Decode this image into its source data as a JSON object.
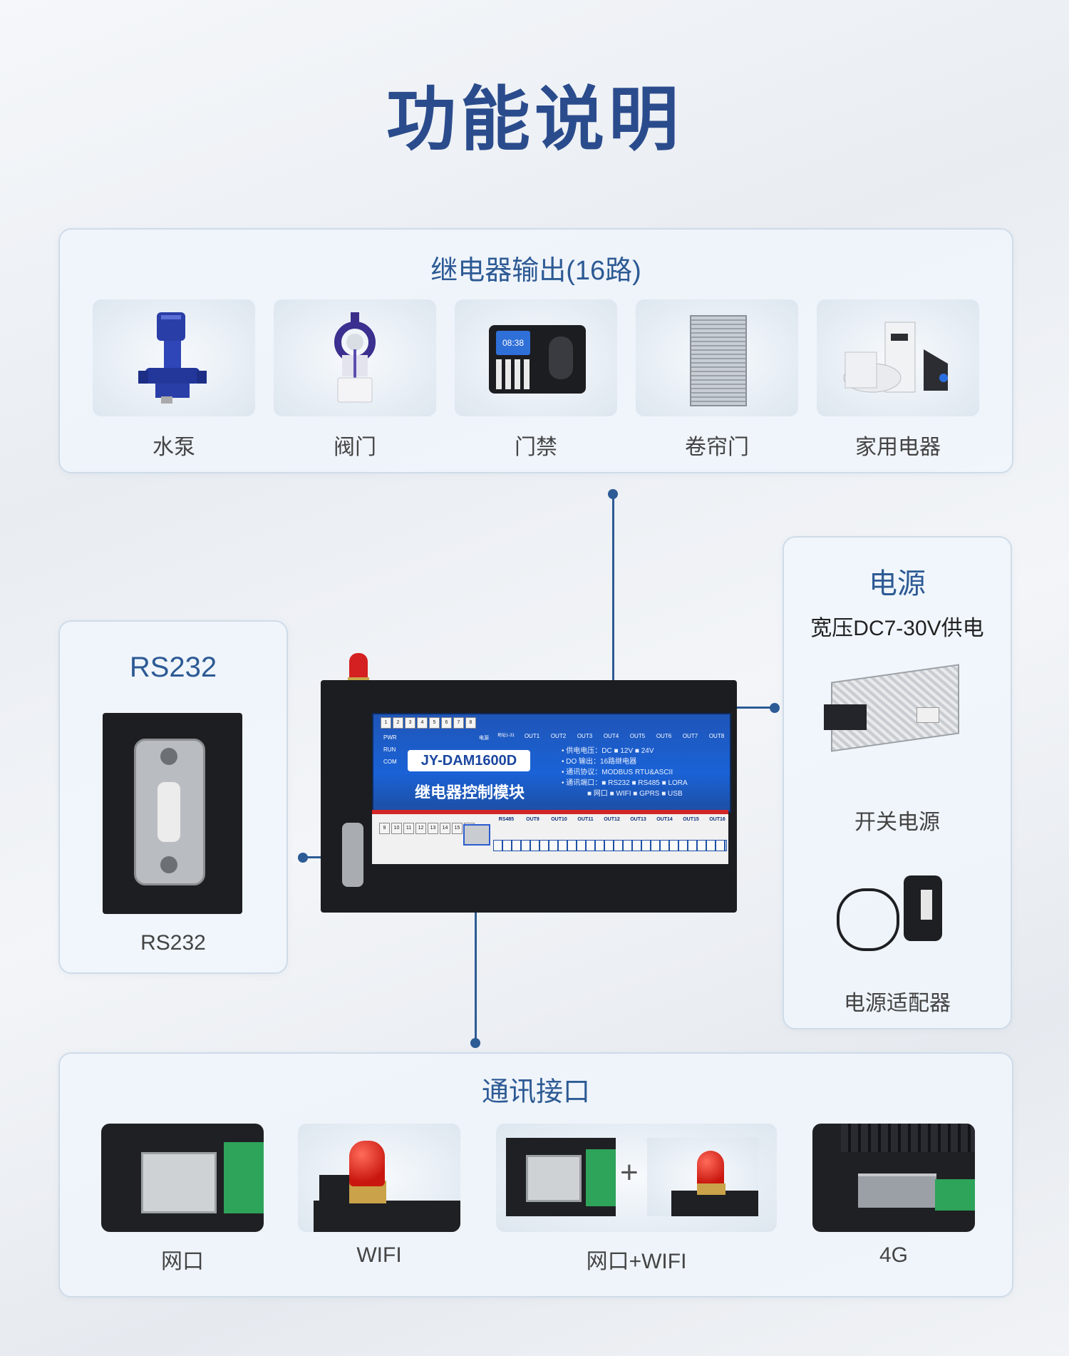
{
  "page_title": "功能说明",
  "relay_section": {
    "heading": "继电器输出(16路)",
    "items": [
      {
        "label": "水泵",
        "icon": "water-pump-icon"
      },
      {
        "label": "阀门",
        "icon": "valve-icon"
      },
      {
        "label": "门禁",
        "icon": "access-control-icon"
      },
      {
        "label": "卷帘门",
        "icon": "rolling-door-icon"
      },
      {
        "label": "家用电器",
        "icon": "home-appliance-icon"
      }
    ],
    "access_display_time": "08:38"
  },
  "rs232_section": {
    "heading": "RS232",
    "caption": "RS232"
  },
  "power_section": {
    "heading": "电源",
    "subheading": "宽压DC7-30V供电",
    "items": [
      {
        "label": "开关电源",
        "icon": "switching-power-supply-icon"
      },
      {
        "label": "电源适配器",
        "icon": "power-adapter-icon"
      }
    ]
  },
  "device": {
    "model": "JY-DAM1600D",
    "name": "继电器控制模块",
    "indicators": [
      "PWR",
      "RUN",
      "COM"
    ],
    "specs": [
      "• 供电电压：DC ■ 12V ■ 24V",
      "• DO 输出：16路继电器",
      "• 通讯协议：MODBUS RTU&ASCII",
      "• 通讯端口：■ RS232 ■ RS485 ■ LORA",
      "■ 网口 ■ WIFI ■ GPRS ■ USB"
    ],
    "top_outputs": [
      "OUT1",
      "OUT2",
      "OUT3",
      "OUT4",
      "OUT5",
      "OUT6",
      "OUT7",
      "OUT8"
    ],
    "bottom_outputs": [
      "RS485",
      "OUT9",
      "OUT10",
      "OUT11",
      "OUT12",
      "OUT13",
      "OUT14",
      "OUT15",
      "OUT16"
    ],
    "power_label": "电源",
    "address_label": "地址1-31",
    "top_leds": [
      "1",
      "2",
      "3",
      "4",
      "5",
      "6",
      "7",
      "8"
    ],
    "bottom_leds": [
      "9",
      "10",
      "11",
      "12",
      "13",
      "14",
      "15",
      "16"
    ]
  },
  "comm_section": {
    "heading": "通讯接口",
    "items": [
      {
        "label": "网口",
        "icon": "ethernet-port-icon"
      },
      {
        "label": "WIFI",
        "icon": "wifi-antenna-icon"
      },
      {
        "label": "网口+WIFI",
        "icon": "ethernet-wifi-icon"
      },
      {
        "label": "4G",
        "icon": "4g-module-icon"
      }
    ],
    "plus": "+"
  },
  "colors": {
    "title": "#2b4c8c",
    "heading": "#2d5a94",
    "connector": "#2c5b95",
    "device_blue": "#1a62d6",
    "device_red": "#d22626"
  }
}
